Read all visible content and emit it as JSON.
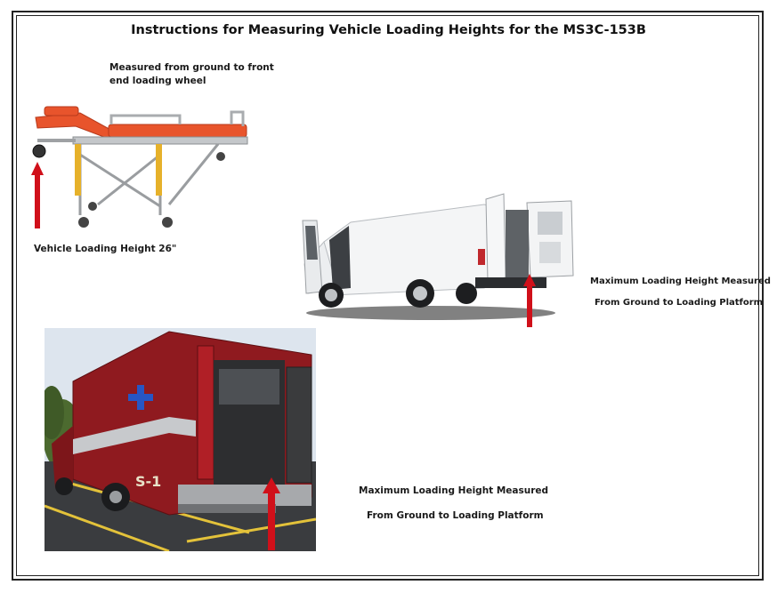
{
  "document": {
    "title": "Instructions for Measuring Vehicle Loading Heights for the MS3C-153B"
  },
  "stretcher_section": {
    "measure_note_line1": "Measured from ground to front",
    "measure_note_line2": "end loading wheel",
    "loading_height_label": "Vehicle Loading Height 26\""
  },
  "van_section": {
    "caption_line1": "Maximum Loading Height Measured",
    "caption_line2": "From Ground to Loading Platform"
  },
  "ambulance_section": {
    "caption_line1": "Maximum Loading Height Measured",
    "caption_line2": "From Ground to Loading Platform",
    "unit_number": "S-1"
  },
  "colors": {
    "arrow_red": "#d0101a",
    "stretcher_orange": "#e8542c",
    "ambulance_red": "#8f1a1f",
    "van_white": "#f4f5f6"
  }
}
